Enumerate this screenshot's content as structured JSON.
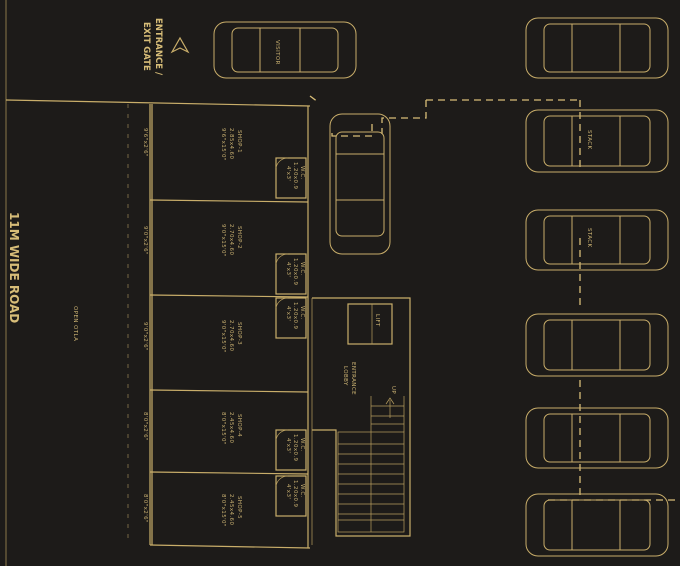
{
  "road": {
    "label": "11M WIDE ROAD"
  },
  "gate": {
    "line1": "ENTRANCE /",
    "line2": "EXIT GATE"
  },
  "otla": {
    "label": "OPEN OTLA"
  },
  "parking": {
    "visitor_label": "VISITOR",
    "stack_label": "STACK"
  },
  "shops": [
    {
      "name": "SHOP-1",
      "metric": "2.85x4.60",
      "imperial": "9'6\"x15'0\"",
      "front": "9'6\"x2'6\""
    },
    {
      "name": "SHOP-2",
      "metric": "2.70x4.60",
      "imperial": "9'0\"x15'0\"",
      "front": "9'0\"x2'6\""
    },
    {
      "name": "SHOP-3",
      "metric": "2.70x4.60",
      "imperial": "9'0\"x15'0\"",
      "front": "9'0\"x2'6\""
    },
    {
      "name": "SHOP-4",
      "metric": "2.45x4.60",
      "imperial": "8'0\"x15'0\"",
      "front": "8'0\"x2'6\""
    },
    {
      "name": "SHOP-5",
      "metric": "2.45x4.60",
      "imperial": "8'0\"x15'0\"",
      "front": "8'0\"x2'6\""
    }
  ],
  "wc": {
    "label": "W.C.",
    "metric": "1.20x0.9",
    "imperial": "4'x3'"
  },
  "core": {
    "lift": "LIFT",
    "lobby_line1": "ENTRANCE",
    "lobby_line2": "LOBBY",
    "up": "UP"
  },
  "colors": {
    "background": "#1d1b19",
    "line": "#c9ae6a",
    "text": "#cbb272"
  }
}
